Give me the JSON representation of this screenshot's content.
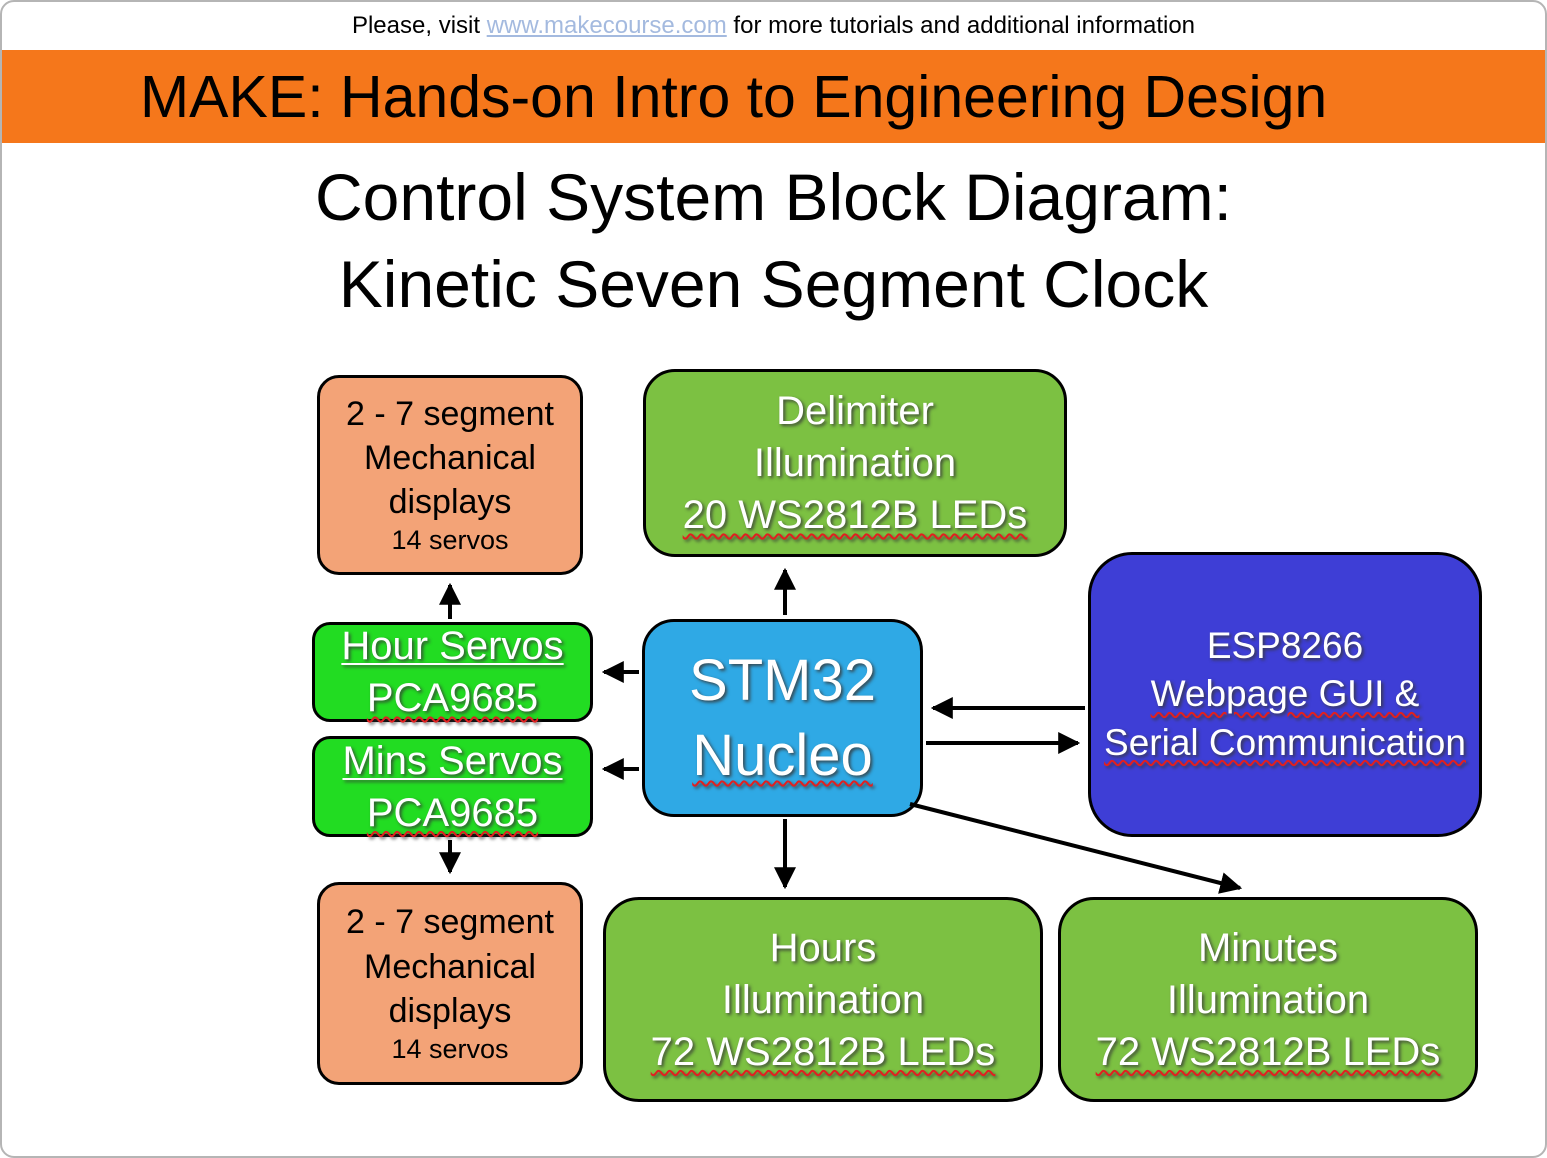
{
  "top_note": {
    "prefix": "Please, visit ",
    "link_text": "www.makecourse.com",
    "suffix": " for more tutorials and additional information"
  },
  "banner": {
    "title": "MAKE: Hands-on Intro to Engineering Design"
  },
  "title": {
    "line1": "Control System Block Diagram:",
    "line2": "Kinetic Seven Segment Clock"
  },
  "blocks": {
    "mech_displays_top": {
      "lines": [
        "2 - 7 segment",
        "Mechanical",
        "displays"
      ],
      "note": "14 servos"
    },
    "delimiter_illumination": {
      "lines": [
        "Delimiter",
        "Illumination",
        "20 WS2812B LEDs"
      ]
    },
    "esp8266": {
      "lines": [
        "ESP8266",
        "Webpage GUI &",
        "Serial Communication"
      ]
    },
    "stm32_nucleo": {
      "lines": [
        "STM32",
        "Nucleo"
      ]
    },
    "hour_servos": {
      "lines": [
        "Hour Servos",
        "PCA9685"
      ]
    },
    "mins_servos": {
      "lines": [
        "Mins Servos",
        "PCA9685"
      ]
    },
    "mech_displays_bottom": {
      "lines": [
        "2 - 7 segment",
        "Mechanical",
        "displays"
      ],
      "note": "14 servos"
    },
    "hours_illumination": {
      "lines": [
        "Hours",
        "Illumination",
        "72 WS2812B LEDs"
      ]
    },
    "minutes_illumination": {
      "lines": [
        "Minutes",
        "Illumination",
        "72 WS2812B LEDs"
      ]
    }
  },
  "colors": {
    "banner_orange": "#F5771B",
    "peach_block": "#F3A377",
    "green_block": "#7CC142",
    "lime_block": "#22DC22",
    "blue_block": "#2FA9E5",
    "indigo_block": "#3E3ED6",
    "link_blue": "#A4BADF",
    "arrow_black": "#000000"
  }
}
